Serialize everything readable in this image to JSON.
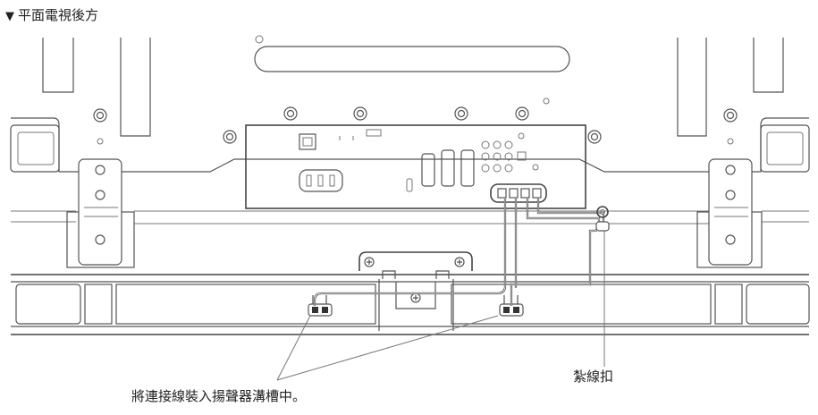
{
  "header": {
    "marker": "▼",
    "title": "平面電視後方"
  },
  "callouts": {
    "speaker_groove": "將連接線裝入揚聲器溝槽中。",
    "cable_tie": "紮線扣"
  }
}
